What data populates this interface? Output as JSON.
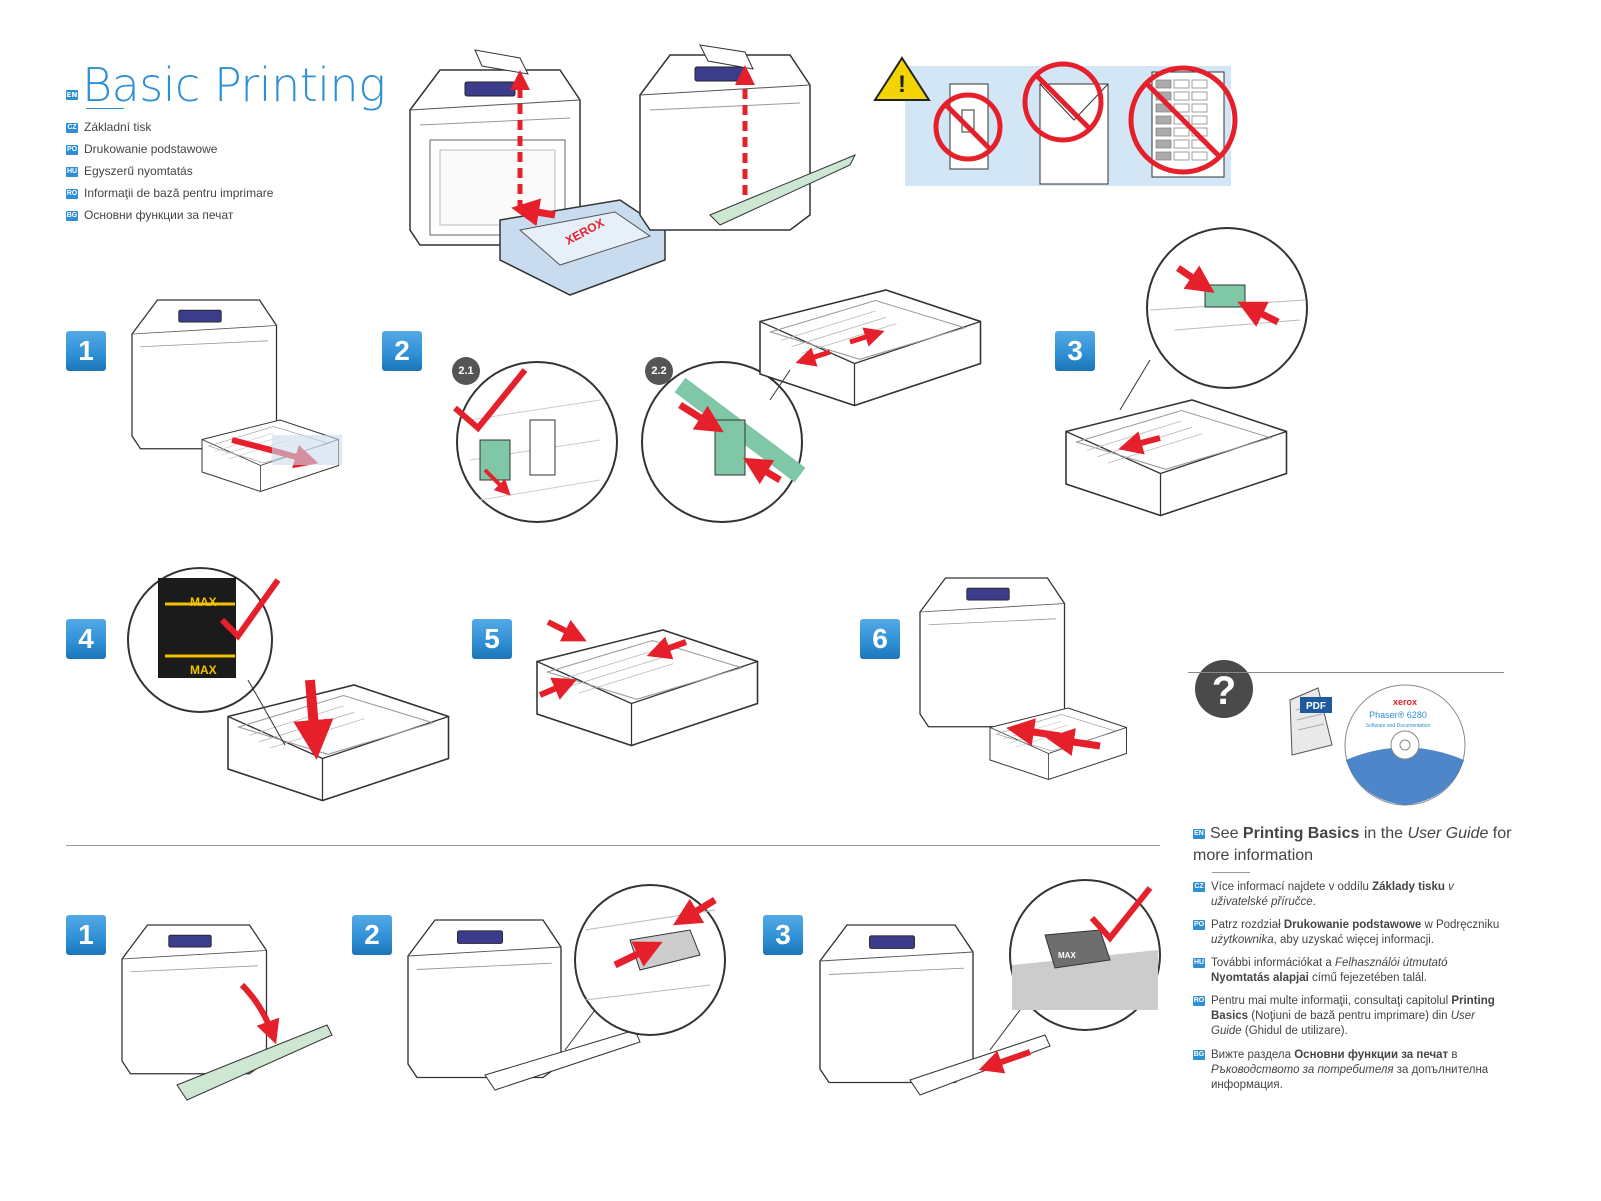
{
  "header": {
    "title_lang": "EN",
    "title": "Basic Printing",
    "translations": [
      {
        "lang": "CZ",
        "text": "Základní tisk"
      },
      {
        "lang": "PO",
        "text": "Drukowanie podstawowe"
      },
      {
        "lang": "HU",
        "text": "Egyszerű nyomtatás"
      },
      {
        "lang": "RO",
        "text": "Informaţii de bază pentru imprimare"
      },
      {
        "lang": "BG",
        "text": "Основни функции за печат"
      }
    ]
  },
  "tray_section": {
    "steps": [
      "1",
      "2",
      "3",
      "4",
      "5",
      "6"
    ],
    "substeps": [
      "2.1",
      "2.2"
    ],
    "max_label": "MAX"
  },
  "bypass_section": {
    "steps": [
      "1",
      "2",
      "3"
    ],
    "max_label": "MAX"
  },
  "brand": {
    "paper_logo": "XEROX",
    "cd_logo": "xerox",
    "cd_product": "Phaser® 6280",
    "cd_subtitle": "Software and Documentation",
    "pdf_label": "PDF"
  },
  "help": {
    "en": {
      "lang": "EN",
      "pre": "See ",
      "bold": "Printing Basics",
      "mid": " in the ",
      "italic": "User Guide",
      "post": " for more information"
    },
    "items": [
      {
        "lang": "CZ",
        "parts": [
          {
            "t": "Více informací najdete v oddílu ",
            "s": "n"
          },
          {
            "t": "Základy tisku",
            "s": "b"
          },
          {
            "t": " ",
            "s": "n"
          },
          {
            "t": "v uživatelské příručce",
            "s": "i"
          },
          {
            "t": ".",
            "s": "n"
          }
        ]
      },
      {
        "lang": "PO",
        "parts": [
          {
            "t": "Patrz rozdział ",
            "s": "n"
          },
          {
            "t": "Drukowanie podstawowe",
            "s": "b"
          },
          {
            "t": " w Podręczniku ",
            "s": "n"
          },
          {
            "t": "użytkownika",
            "s": "i"
          },
          {
            "t": ", aby uzyskać więcej informacji.",
            "s": "n"
          }
        ]
      },
      {
        "lang": "HU",
        "parts": [
          {
            "t": "További információkat a ",
            "s": "n"
          },
          {
            "t": "Felhasználói útmutató",
            "s": "i"
          },
          {
            "t": " ",
            "s": "n"
          },
          {
            "t": "Nyomtatás alapjai",
            "s": "b"
          },
          {
            "t": " című fejezetében talál.",
            "s": "n"
          }
        ]
      },
      {
        "lang": "RO",
        "parts": [
          {
            "t": "Pentru mai multe informaţii, consultaţi capitolul ",
            "s": "n"
          },
          {
            "t": "Printing Basics",
            "s": "b"
          },
          {
            "t": " (Noţiuni de bază pentru imprimare) din ",
            "s": "n"
          },
          {
            "t": "User Guide",
            "s": "i"
          },
          {
            "t": " (Ghidul de utilizare).",
            "s": "n"
          }
        ]
      },
      {
        "lang": "BG",
        "parts": [
          {
            "t": "Вижте раздела ",
            "s": "n"
          },
          {
            "t": "Основни функции за печат",
            "s": "b"
          },
          {
            "t": " в ",
            "s": "n"
          },
          {
            "t": "Ръководството за потребителя",
            "s": "i"
          },
          {
            "t": " за допълнителна информация.",
            "s": "n"
          }
        ]
      }
    ]
  },
  "colors": {
    "accent_blue": "#2e8fd4",
    "arrow_red": "#e5202a",
    "tray_blue": "#c9dcef",
    "tray_green": "#cde7d2",
    "panel_navy": "#3c3c8c",
    "max_yellow": "#f2c200",
    "warning_panel": "#d2e6f6"
  },
  "icons": [
    "warning-icon",
    "no-sign-icon",
    "help-question-icon",
    "pdf-document-icon",
    "cd-disc-icon",
    "checkmark-icon"
  ]
}
